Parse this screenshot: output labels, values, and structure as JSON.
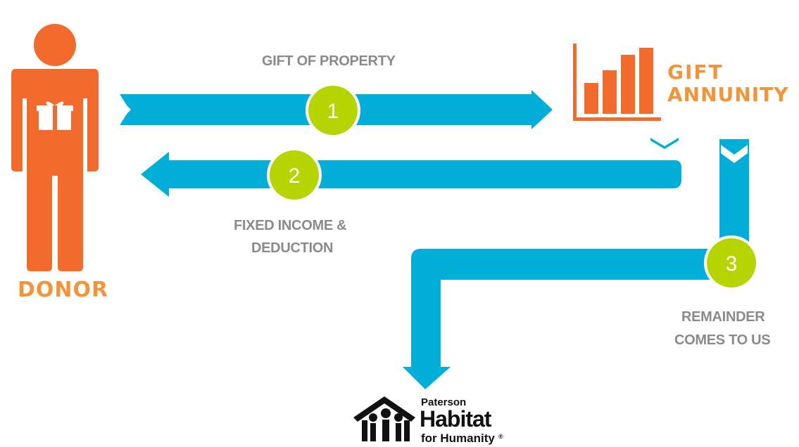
{
  "labels": {
    "gift_of_property": "GIFT OF PROPERTY",
    "fixed_income_line1": "FIXED INCOME &",
    "fixed_income_line2": "DEDUCTION",
    "remainder_line1": "REMAINDER",
    "remainder_line2": "COMES TO US",
    "donor": "DONOR",
    "gift_line1": "GIFT",
    "gift_line2": "ANNUNITY"
  },
  "steps": [
    "1",
    "2",
    "3"
  ],
  "logo": {
    "org_small": "Paterson",
    "org_big": "Habitat",
    "org_sub": "for Humanity",
    "reg": "®"
  },
  "colors": {
    "arrow": "#00aed8",
    "donor": "#f26b2d",
    "label_orange": "#f4943a",
    "circle": "#b5d400",
    "text_gray": "#8a8a8a"
  },
  "icons": [
    "donor-person-icon",
    "gift-box-icon",
    "bar-chart-icon",
    "habitat-logo-icon"
  ]
}
